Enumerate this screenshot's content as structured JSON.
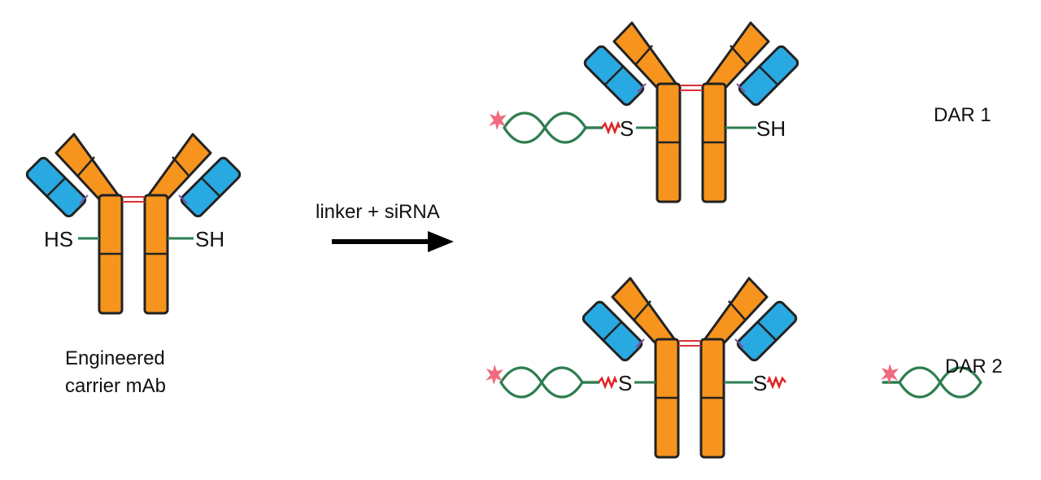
{
  "labels": {
    "left_hs": "HS",
    "left_sh": "SH",
    "carrier_line1": "Engineered",
    "carrier_line2": "carrier mAb",
    "reaction": "linker + siRNA",
    "dar1_s": "S",
    "dar1_sh": "SH",
    "dar1": "DAR 1",
    "dar2_s_left": "S",
    "dar2_s_right": "S",
    "dar2": "DAR 2"
  },
  "colors": {
    "heavy_chain": "#f7941d",
    "light_chain": "#29a9e1",
    "outline": "#222222",
    "thiol_tether": "#2e7d4f",
    "sirna": "#2e7d4f",
    "linker": "#e02424",
    "disulfide": "#d9303a",
    "payload_marker": "#f06b7e",
    "arrow": "#000000"
  }
}
